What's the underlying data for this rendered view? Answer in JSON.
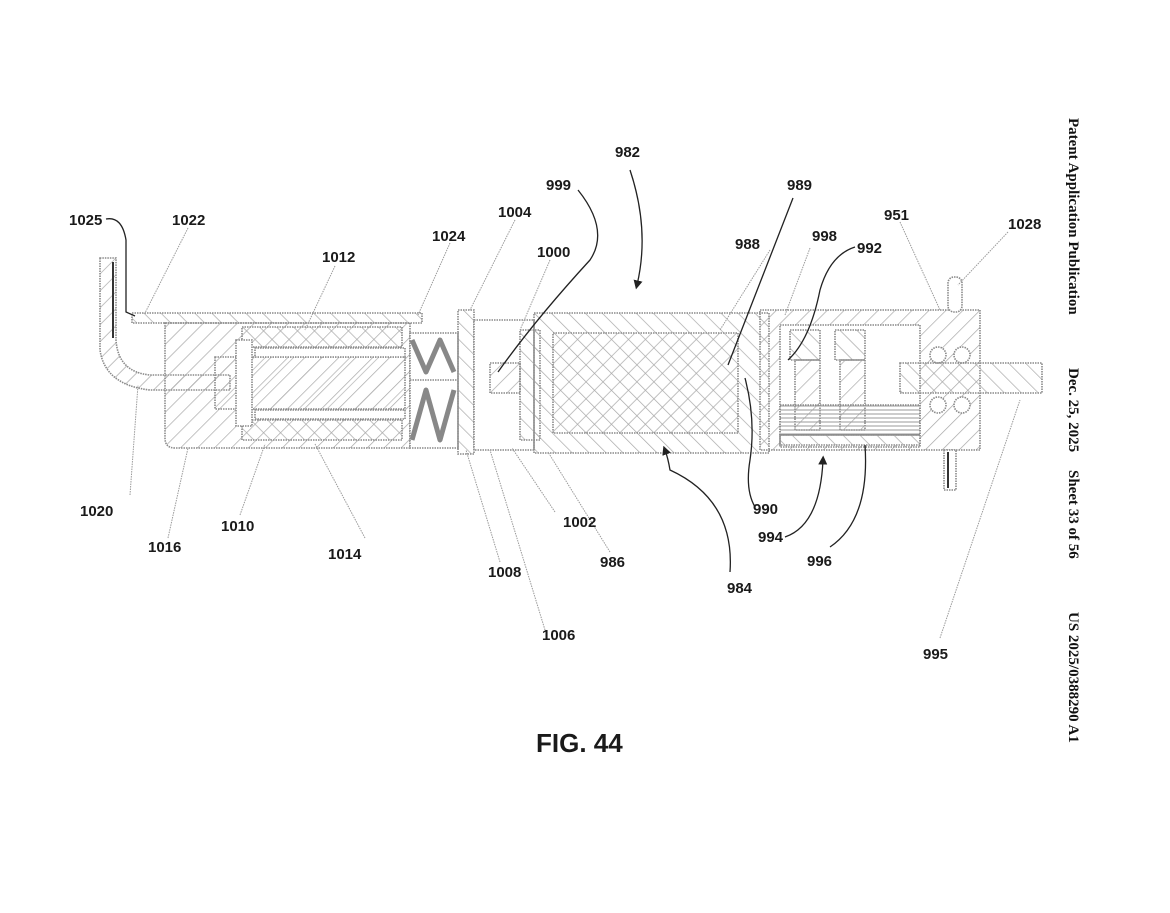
{
  "header": {
    "publication": "Patent Application Publication",
    "date": "Dec. 25, 2025",
    "sheet": "Sheet 33 of 56",
    "number": "US 2025/0388290 A1"
  },
  "figure": {
    "title": "FIG. 44"
  },
  "labels": {
    "l982": "982",
    "l999": "999",
    "l989": "989",
    "l1025": "1025",
    "l1022": "1022",
    "l1004": "1004",
    "l988": "988",
    "l998": "998",
    "l992": "992",
    "l951": "951",
    "l1028": "1028",
    "l1012": "1012",
    "l1024": "1024",
    "l1000": "1000",
    "l1020": "1020",
    "l1016": "1016",
    "l1010": "1010",
    "l1014": "1014",
    "l1002": "1002",
    "l1008": "1008",
    "l1006": "1006",
    "l986": "986",
    "l984": "984",
    "l990": "990",
    "l994": "994",
    "l996": "996",
    "l995": "995"
  }
}
